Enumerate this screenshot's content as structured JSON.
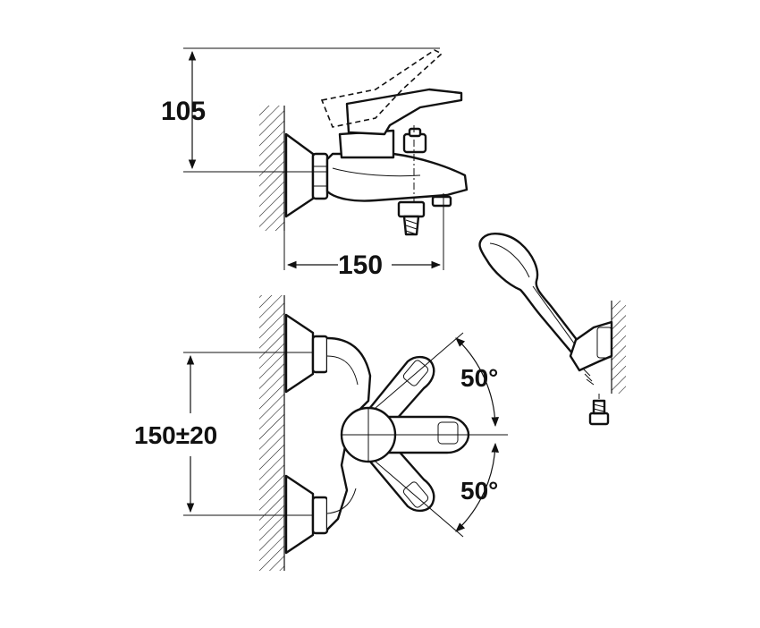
{
  "dimensions": {
    "height": "105",
    "width": "150",
    "spacing": "150±20",
    "angle_upper": "50°",
    "angle_lower": "50°"
  },
  "colors": {
    "line": "#111111",
    "background": "#ffffff"
  }
}
